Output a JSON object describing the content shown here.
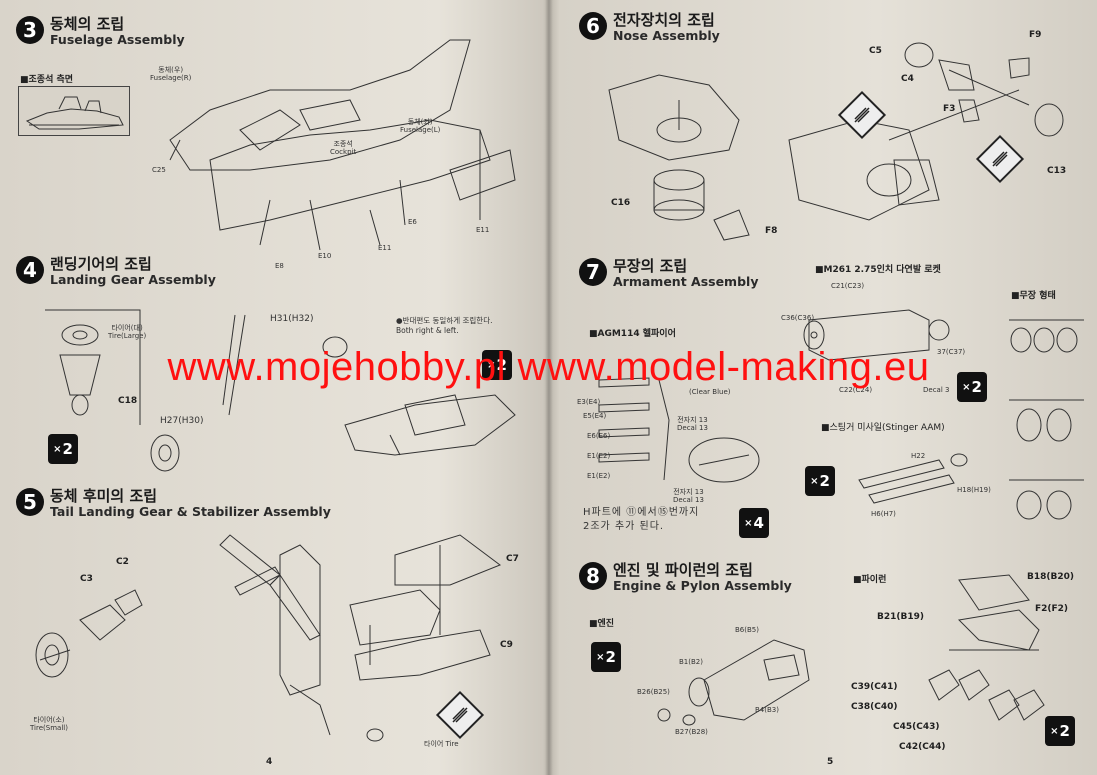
{
  "watermark": "www.mojehobby.pl www.model-making.eu",
  "left_page": {
    "page_number": "4",
    "step3": {
      "number": "3",
      "title_ko": "동체의 조립",
      "title_en": "Fuselage Assembly",
      "inset_label": "■조종석 측면",
      "labels": {
        "fuselage_r": "동체(우)\nFuselage(R)",
        "cockpit": "조종석\nCockpit",
        "fuselage_l": "동체(좌)\nFuselage(L)",
        "c25": "C25",
        "e6": "E6",
        "e8": "E8",
        "e10": "E10",
        "e11a": "E11",
        "e11b": "E11"
      }
    },
    "step4": {
      "number": "4",
      "title_ko": "랜딩기어의 조립",
      "title_en": "Landing Gear Assembly",
      "labels": {
        "tire_large": "타이어(대)\nTire(Large)",
        "c18": "C18",
        "h31": "H31(H32)",
        "h27": "H27(H30)"
      },
      "note": "●반대편도 동일하게 조립한다.\nBoth right & left.",
      "multiplier": "2"
    },
    "step5": {
      "number": "5",
      "title_ko": "동체 후미의 조립",
      "title_en": "Tail Landing Gear & Stabilizer Assembly",
      "labels": {
        "c2": "C2",
        "c3": "C3",
        "c7": "C7",
        "c9": "C9",
        "tire_small": "타이어(소)\nTire(Small)",
        "tire": "타이어 Tire"
      }
    }
  },
  "right_page": {
    "page_number": "5",
    "step6": {
      "number": "6",
      "title_ko": "전자장치의 조립",
      "title_en": "Nose Assembly",
      "labels": {
        "c5": "C5",
        "c4": "C4",
        "f9": "F9",
        "f3": "F3",
        "c13": "C13",
        "c16": "C16",
        "f8": "F8"
      }
    },
    "step7": {
      "number": "7",
      "title_ko": "무장의 조립",
      "title_en": "Armament Assembly",
      "sub_agm": "■AGM114 헬파이어",
      "sub_m261": "■M261 2.75인치 다연발 로켓",
      "sub_form": "■무장 형태",
      "sub_stinger": "■스팅거 미사일(Stinger AAM)",
      "labels": {
        "c21": "C21(C23)",
        "c36": "C36(C36)",
        "c22": "C22(C24)",
        "c37": "37(C37)",
        "decal3": "Decal 3",
        "clear_blue": "(Clear Blue)",
        "decal13a": "전자지 13\nDecal 13",
        "decal13b": "전자지 13\nDecal 13",
        "e3": "E3(E4)",
        "e5": "E5(E4)",
        "e6": "E6(E6)",
        "e1": "E1(E2)",
        "e2": "E1(E2)",
        "h22": "H22",
        "h18": "H18(H19)",
        "h6": "H6(H7)"
      },
      "h_note": "H파트에 ⑪에서⑮번까지\n2조가 추가 된다.",
      "mult_m261": "2",
      "mult_stinger": "2",
      "mult_agm": "4"
    },
    "step8": {
      "number": "8",
      "title_ko": "엔진 및 파이런의 조립",
      "title_en": "Engine & Pylon Assembly",
      "sub_engine": "■엔진",
      "sub_pylon": "■파이런",
      "labels": {
        "b6": "B6(B5)",
        "b1": "B1(B2)",
        "b26": "B26(B25)",
        "b4": "B4(B3)",
        "b27": "B27(B28)",
        "b18": "B18(B20)",
        "b21": "B21(B19)",
        "f2": "F2(F2)",
        "c39": "C39(C41)",
        "c38": "C38(C40)",
        "c45": "C45(C43)",
        "c42": "C42(C44)"
      },
      "mult_engine": "2",
      "mult_pylon": "2"
    }
  }
}
